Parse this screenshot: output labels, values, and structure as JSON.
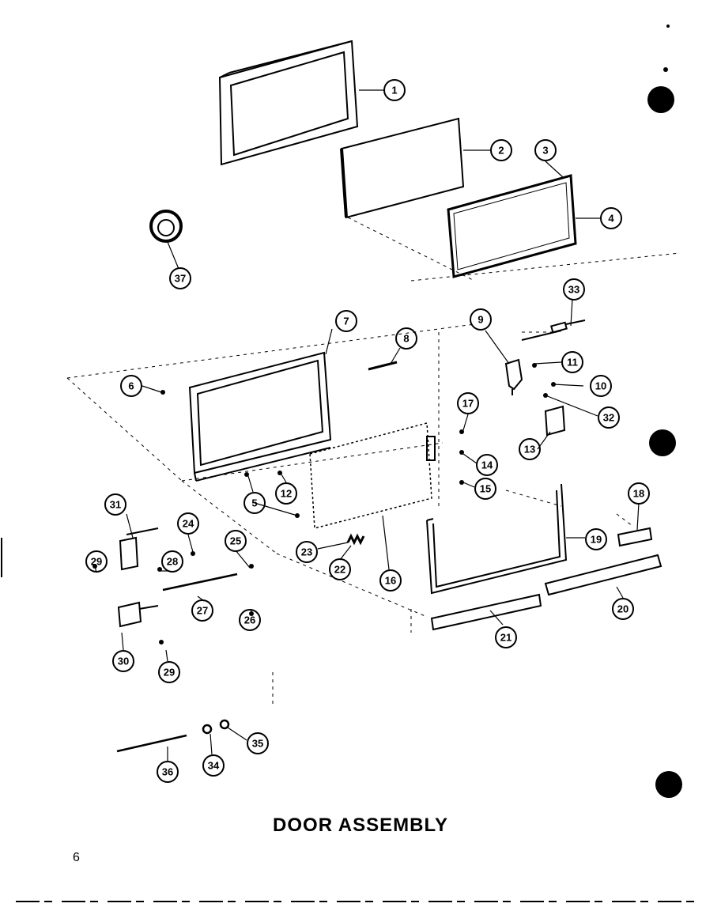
{
  "title": "DOOR ASSEMBLY",
  "page_number": "6",
  "callouts": [
    "1",
    "2",
    "3",
    "4",
    "5",
    "6",
    "7",
    "8",
    "9",
    "10",
    "11",
    "12",
    "13",
    "14",
    "15",
    "16",
    "17",
    "18",
    "19",
    "20",
    "21",
    "22",
    "23",
    "24",
    "25",
    "26",
    "27",
    "28",
    "29",
    "29",
    "30",
    "31",
    "32",
    "33",
    "34",
    "35",
    "36",
    "37"
  ]
}
